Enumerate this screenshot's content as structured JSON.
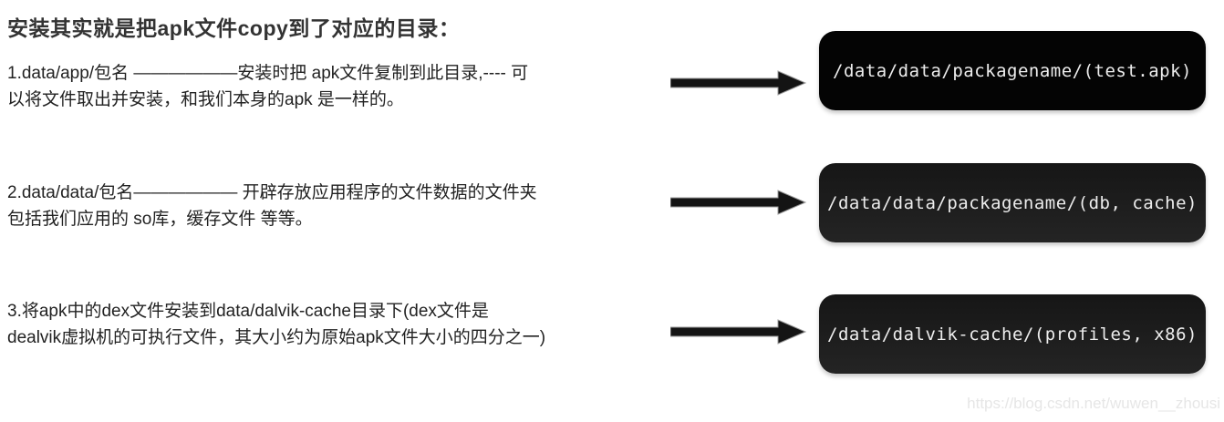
{
  "page": {
    "title": "安装其实就是把apk文件copy到了对应的目录：",
    "watermark": "https://blog.csdn.net/wuwen__zhousi"
  },
  "colors": {
    "body_text": "#222222",
    "title_text": "#333333",
    "box1_background": "#040404",
    "box2_background": "#1d1d1d",
    "box3_background": "#1d1d1d",
    "box_text": "#ededed",
    "arrow": "#141414",
    "watermark_text": "#e6e6e6",
    "page_background": "#ffffff"
  },
  "icons": {
    "arrow_right": "black right-pointing arrow connector"
  },
  "rows": [
    {
      "step": "1",
      "line1": "1.data/app/包名 ——————安装时把 apk文件复制到此目录,---- 可",
      "line2": "以将文件取出并安装，和我们本身的apk 是一样的。",
      "path": "/data/data/packagename/(test.apk)"
    },
    {
      "step": "2",
      "line1": "2.data/data/包名—————— 开辟存放应用程序的文件数据的文件夹",
      "line2": "包括我们应用的 so库，缓存文件 等等。",
      "path": "/data/data/packagename/(db, cache)"
    },
    {
      "step": "3",
      "line1": "3.将apk中的dex文件安装到data/dalvik-cache目录下(dex文件是",
      "line2": "dealvik虚拟机的可执行文件，其大小约为原始apk文件大小的四分之一)",
      "path": "/data/dalvik-cache/(profiles, x86)"
    }
  ]
}
